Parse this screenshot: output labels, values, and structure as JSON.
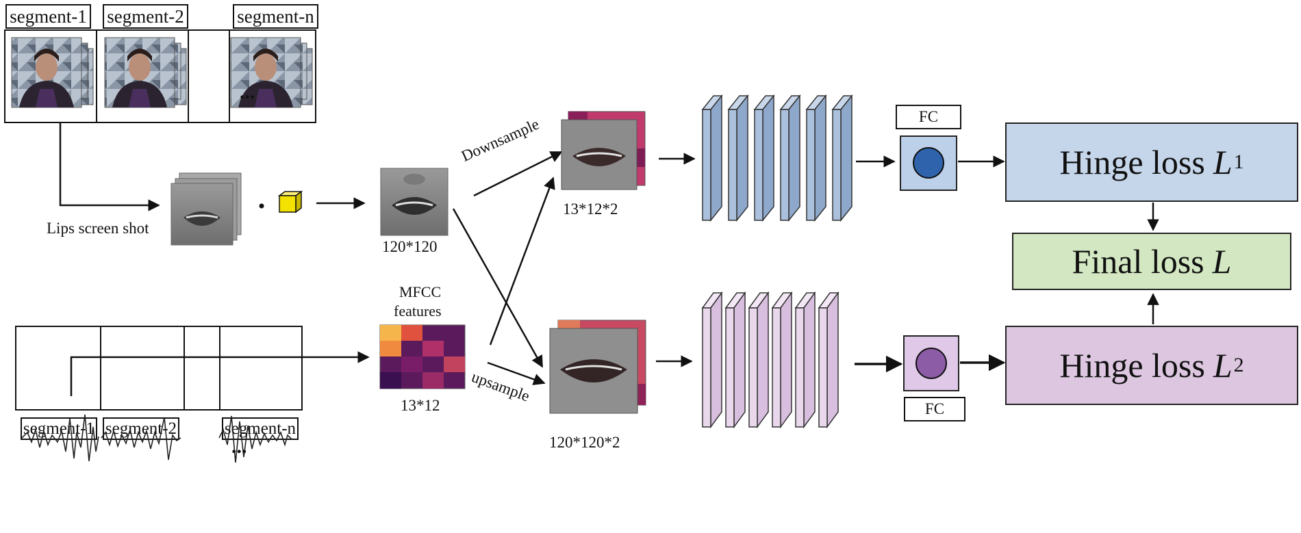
{
  "video_segments": [
    "segment-1",
    "segment-2",
    "segment-n"
  ],
  "audio_segments": [
    "segment-1",
    "segment-2",
    "segment-n"
  ],
  "ellipsis": "...",
  "lips_label": "Lips screen shot",
  "size_lips": "120*120",
  "mfcc_label_line1": "MFCC",
  "mfcc_label_line2": "features",
  "size_mfcc": "13*12",
  "downsample_label": "Downsample",
  "upsample_label": "upsample",
  "size_down": "13*12*2",
  "size_up": "120*120*2",
  "fc_label": "FC",
  "loss1": {
    "text": "Hinge loss",
    "var": "L",
    "sub": "1"
  },
  "loss_final": {
    "text": "Final loss",
    "var": "L"
  },
  "loss2": {
    "text": "Hinge loss",
    "var": "L",
    "sub": "2"
  },
  "colors": {
    "blue_box": "#c5d5ea",
    "green_box": "#d3e8c2",
    "purple_box": "#dcc6e0",
    "blue_layer": "#aac0dc",
    "pink_layer": "#e9d7ec",
    "fc_blue": "#2f64ad",
    "fc_purple": "#8d5ca6"
  }
}
